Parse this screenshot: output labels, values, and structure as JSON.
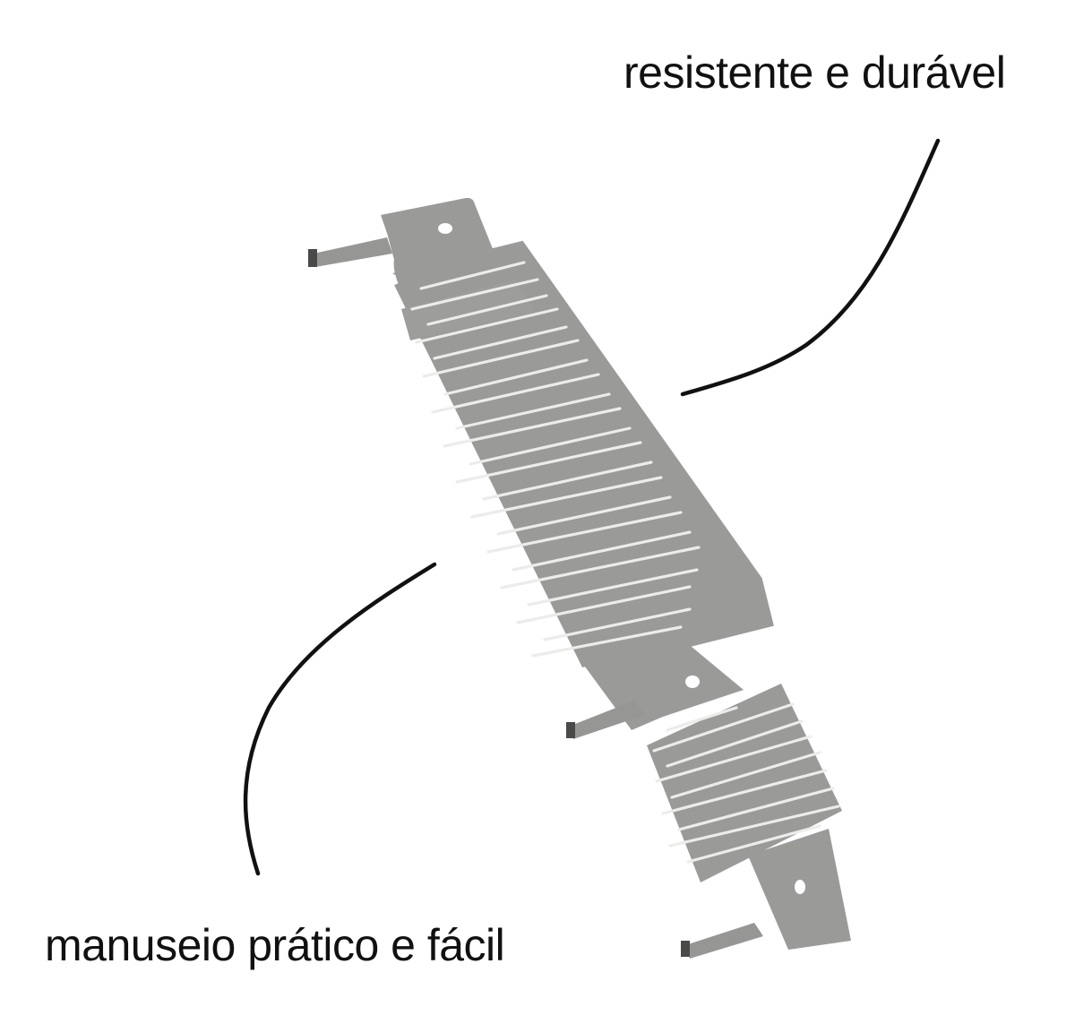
{
  "captions": {
    "top": "resistente e durável",
    "bottom": "manuseio prático e fácil"
  },
  "colors": {
    "background": "#ffffff",
    "metal": "#9a9b99",
    "metal_dark": "#8c8d8b",
    "slot": "#e9eae8",
    "leader_line": "#111111",
    "text": "#111111"
  },
  "product": {
    "name": "heating-element-plate",
    "large_fin_count": 24,
    "small_fin_count": 9,
    "terminal_count": 3,
    "mounting_hole_count": 3
  }
}
